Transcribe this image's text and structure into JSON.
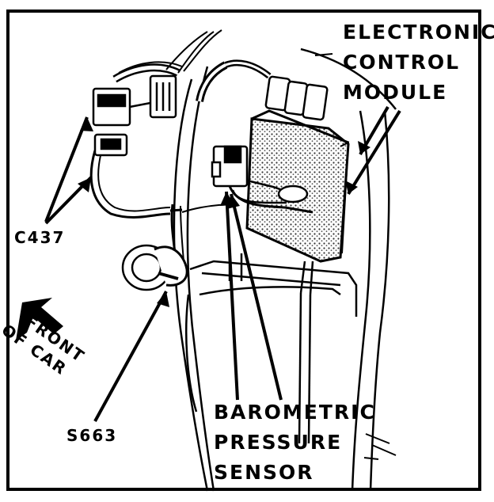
{
  "labels": {
    "ecm": [
      "ELECTRONIC",
      "CONTROL",
      "MODULE"
    ],
    "connector": "C437",
    "front": [
      "FRONT",
      "OF CAR"
    ],
    "splice": "S663",
    "baro": [
      "BAROMETRIC",
      "PRESSURE",
      "SENSOR"
    ]
  },
  "icons": {
    "front_arrow": "front-of-car-arrow-icon"
  }
}
